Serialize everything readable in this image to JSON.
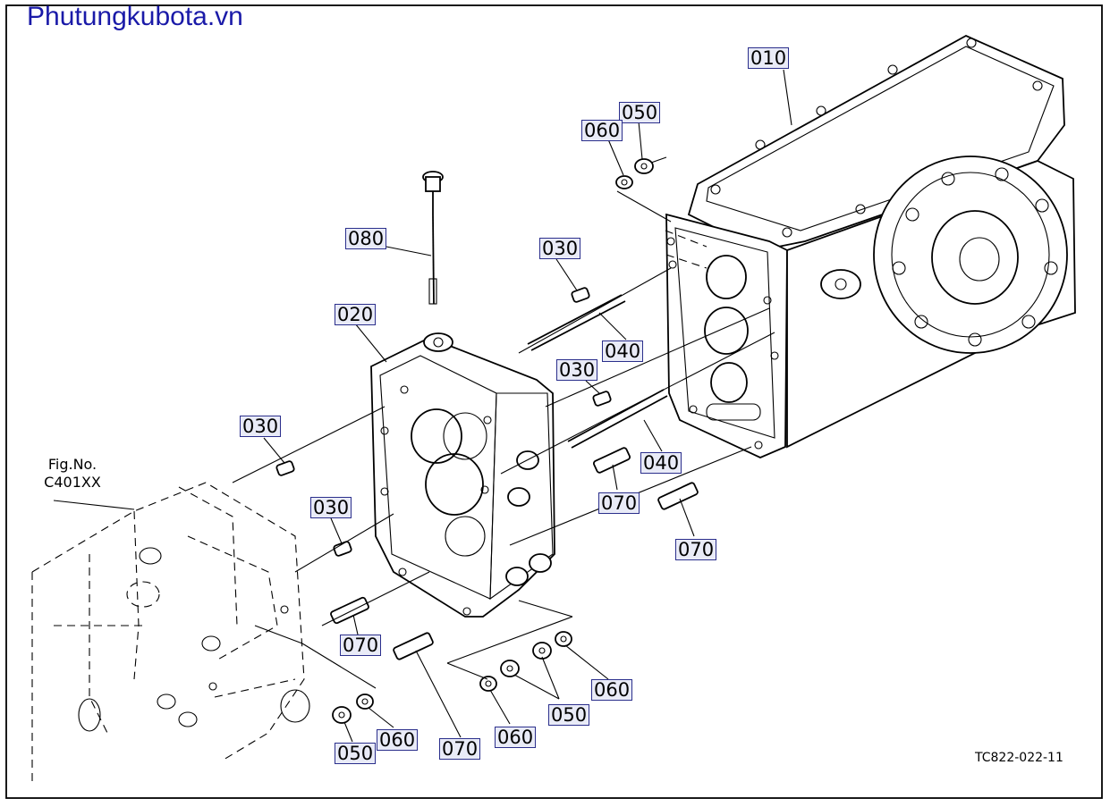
{
  "watermark": "Phutungkubota.vn",
  "figure_reference": {
    "label": "Fig.No.",
    "id": "C401XX"
  },
  "drawing_number": "TC822-022-11",
  "callouts": {
    "c010": "010",
    "c020": "020",
    "c030a": "030",
    "c030b": "030",
    "c030c": "030",
    "c030d": "030",
    "c040a": "040",
    "c040b": "040",
    "c050a": "050",
    "c050b": "050",
    "c050c": "050",
    "c060a": "060",
    "c060b": "060",
    "c060c": "060",
    "c060d": "060",
    "c070a": "070",
    "c070b": "070",
    "c070c": "070",
    "c070d": "070",
    "c080": "080"
  }
}
